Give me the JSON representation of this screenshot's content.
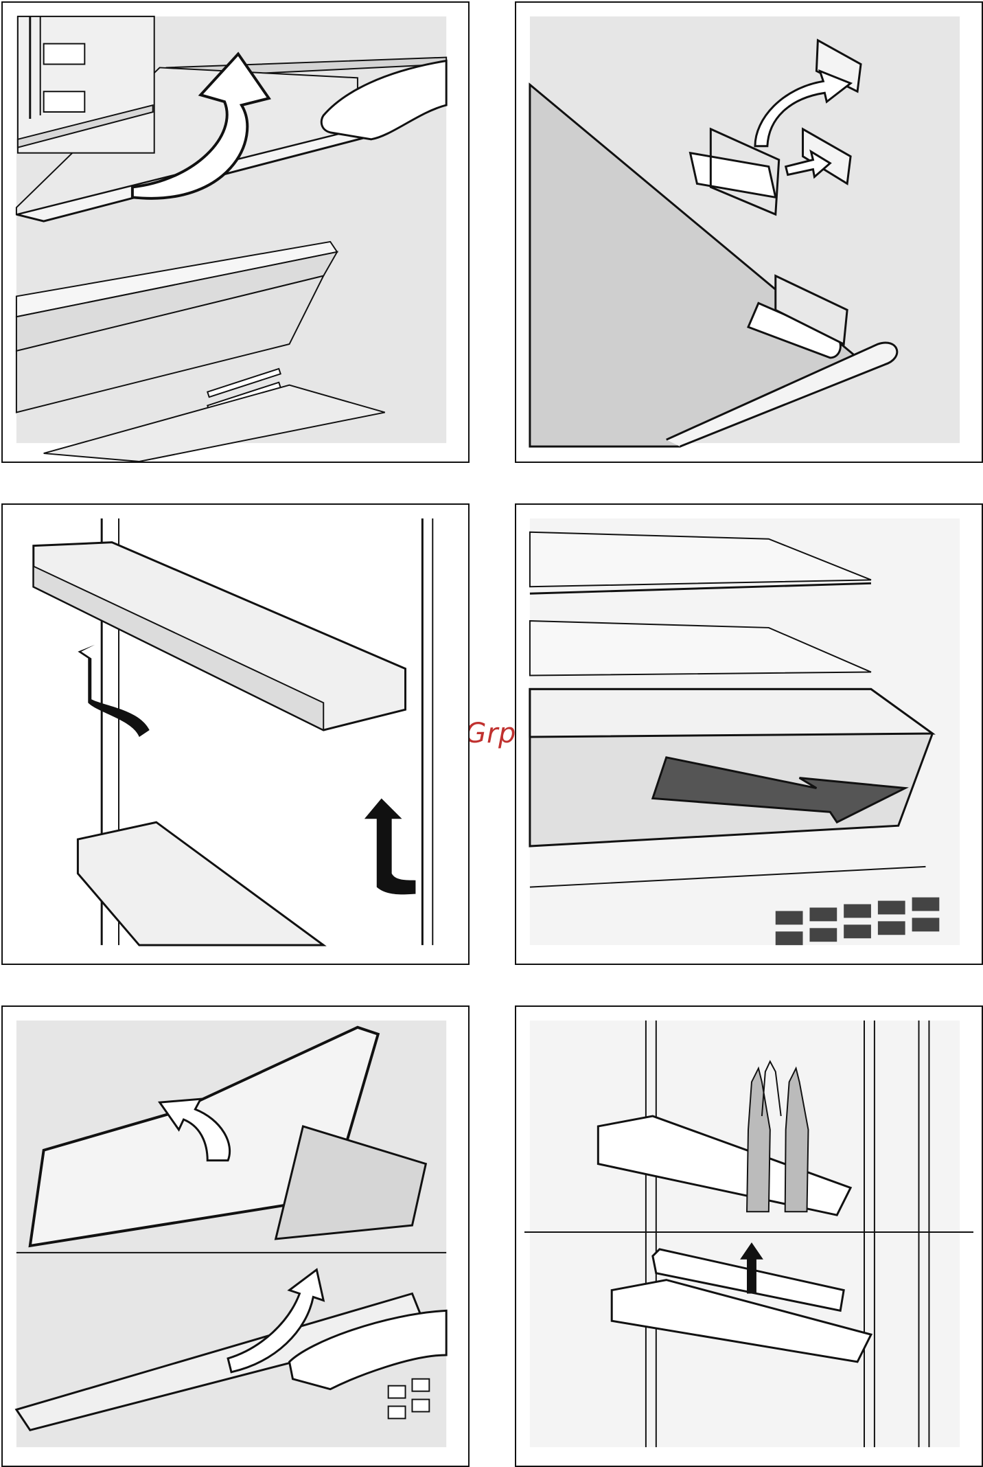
{
  "watermark": {
    "text": "McGrp.Ru"
  },
  "colors": {
    "panel_bg": "#e6e6e6",
    "line": "#111111",
    "shelf": "#d4d4d4",
    "light": "#f2f2f2",
    "arrow_fill": "#ffffff",
    "watermark": "#c0312f"
  },
  "panels": [
    {
      "name": "remove-glass-shelf",
      "icons": [
        "lift-arrow-icon",
        "hand-icon",
        "inset-detail-icon"
      ]
    },
    {
      "name": "shelf-support-clip",
      "icons": [
        "clip-rotate-arrow-icon",
        "clip-insert-arrow-icon"
      ]
    },
    {
      "name": "door-shelf-removal",
      "icons": [
        "lift-hook-arrow-icon"
      ]
    },
    {
      "name": "crisper-drawer-pullout",
      "icons": [
        "pull-out-arrow-icon"
      ]
    },
    {
      "name": "drawer-lid-removal",
      "icons": [
        "lid-lift-arrow-icon",
        "hand-icon"
      ]
    },
    {
      "name": "bottle-holder-removal",
      "icons": [
        "up-arrow-icon",
        "bottle-icon"
      ]
    }
  ]
}
